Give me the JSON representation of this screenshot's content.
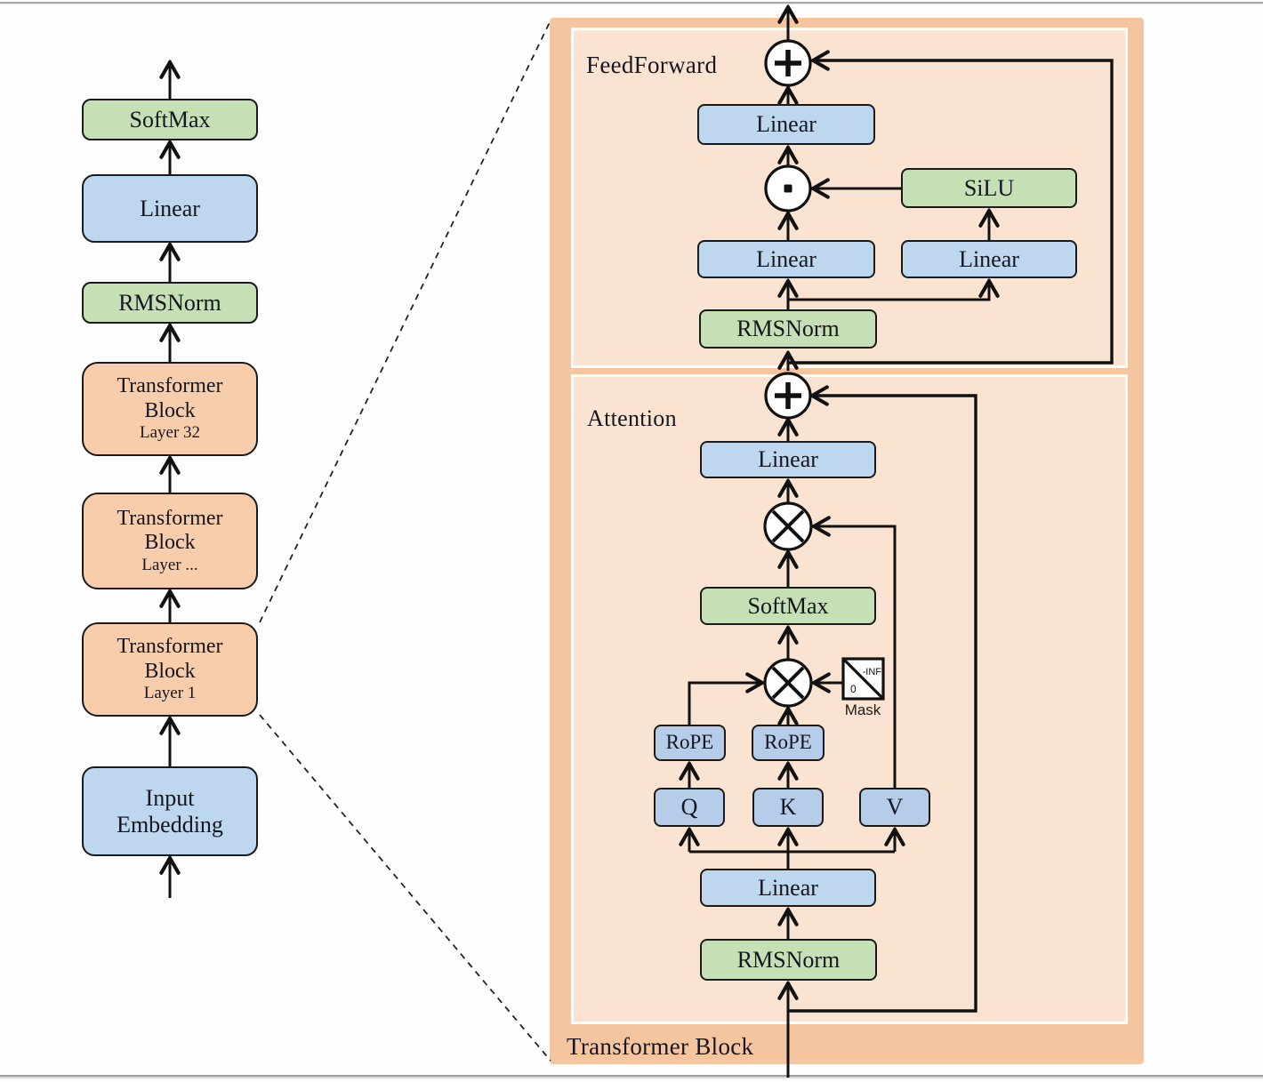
{
  "colors": {
    "box_blue": "#bdd7ee",
    "box_blue_small": "#b5cde8",
    "box_green": "#c5e0b4",
    "box_orange": "#f8cdab",
    "panel_outer_orange": "#f5c5a0",
    "panel_inner_peach": "#fbe3d1",
    "stroke_black": "#111111"
  },
  "left_pipeline": {
    "blocks": [
      {
        "label": "SoftMax"
      },
      {
        "label": "Linear"
      },
      {
        "label": "RMSNorm"
      },
      {
        "label": "Transformer Block",
        "sublabel": "Layer 32"
      },
      {
        "label": "Transformer Block",
        "sublabel": "Layer ..."
      },
      {
        "label": "Transformer Block",
        "sublabel": "Layer 1"
      },
      {
        "label": "Input Embedding"
      }
    ]
  },
  "detail_panel": {
    "title": "Transformer Block",
    "feedforward": {
      "label": "FeedForward",
      "linear_out": "Linear",
      "silu": "SiLU",
      "linear_up": "Linear",
      "linear_gate": "Linear",
      "rmsnorm": "RMSNorm",
      "add_operator": "+",
      "product_operator": "·"
    },
    "attention": {
      "label": "Attention",
      "linear_out": "Linear",
      "softmax": "SoftMax",
      "rope_q": "RoPE",
      "rope_k": "RoPE",
      "q": "Q",
      "k": "K",
      "v": "V",
      "linear_qkv": "Linear",
      "rmsnorm": "RMSNorm",
      "mask": {
        "label": "Mask",
        "inf": "-INF",
        "zero": "0"
      }
    }
  }
}
